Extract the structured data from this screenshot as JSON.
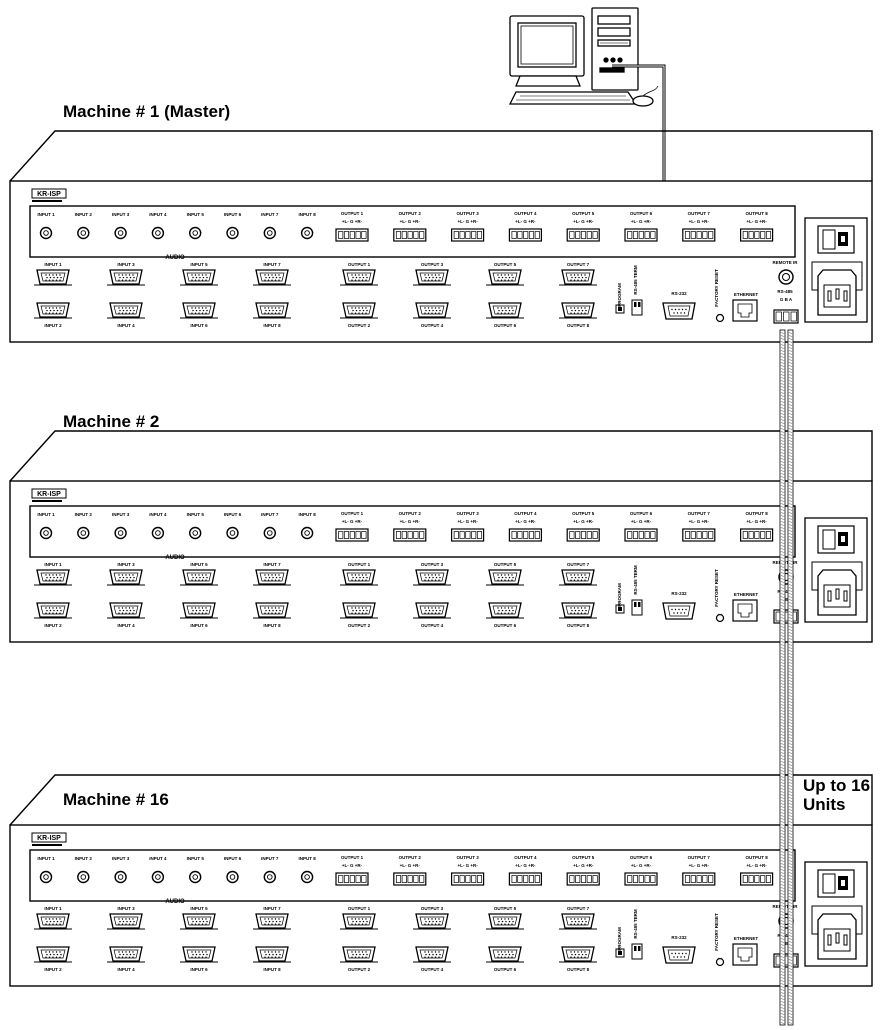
{
  "machines": [
    {
      "label": "Machine # 1 (Master)"
    },
    {
      "label": "Machine # 2"
    },
    {
      "label": "Machine # 16"
    }
  ],
  "units_label": {
    "line1": "Up to 16",
    "line2": "Units"
  },
  "panel": {
    "logo": "KR-ISP",
    "inputs": [
      "INPUT 1",
      "INPUT 2",
      "INPUT 3",
      "INPUT 4",
      "INPUT 5",
      "INPUT 6",
      "INPUT 7",
      "INPUT 8"
    ],
    "outputs": [
      "OUTPUT 1",
      "OUTPUT 2",
      "OUTPUT 3",
      "OUTPUT 4",
      "OUTPUT 5",
      "OUTPUT 6",
      "OUTPUT 7",
      "OUTPUT 8"
    ],
    "audio": "AUDIO",
    "terminal_marks": "+L- G +R-",
    "vga_inputs_top": [
      "INPUT 1",
      "INPUT 3",
      "INPUT 5",
      "INPUT 7"
    ],
    "vga_inputs_bottom": [
      "INPUT 2",
      "INPUT 4",
      "INPUT 6",
      "INPUT 8"
    ],
    "vga_outputs_top": [
      "OUTPUT 1",
      "OUTPUT 3",
      "OUTPUT 5",
      "OUTPUT 7"
    ],
    "vga_outputs_bottom": [
      "OUTPUT 2",
      "OUTPUT 4",
      "OUTPUT 6",
      "OUTPUT 8"
    ],
    "program": "PROGRAM",
    "rs485_term": "RS-485 TERM",
    "rs232": "RS-232",
    "factory_reset": "FACTORY RESET",
    "ethernet": "ETHERNET",
    "remote_ir": "REMOTE IR",
    "rs485": "RS-485",
    "rs485_pins": "G B A"
  },
  "colors": {
    "line": "#000000",
    "cable_hatch": "#999999",
    "background": "#ffffff"
  }
}
